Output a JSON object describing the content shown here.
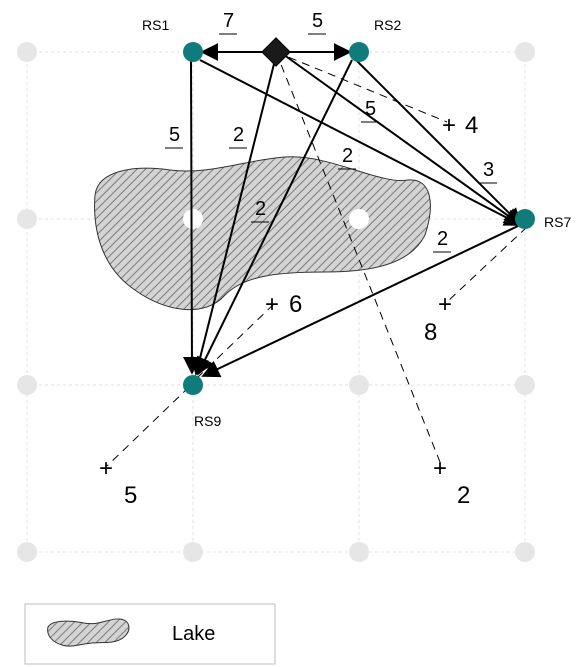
{
  "stations": [
    {
      "id": "RS1",
      "label": "RS1"
    },
    {
      "id": "RS2",
      "label": "RS2"
    },
    {
      "id": "RS7",
      "label": "RS7"
    },
    {
      "id": "RS9",
      "label": "RS9"
    }
  ],
  "edge_weights": [
    "7",
    "5",
    "5",
    "2",
    "5",
    "2",
    "2",
    "3",
    "2"
  ],
  "demand_values": [
    "4",
    "6",
    "8",
    "5",
    "2"
  ],
  "legend": {
    "lake_label": "Lake"
  },
  "colors": {
    "station": "#0f7b7a",
    "lake_fill": "#d4d4d4",
    "lake_hatch": "#7a7a7a",
    "grid": "#e2e2e2",
    "edge": "#000000"
  }
}
